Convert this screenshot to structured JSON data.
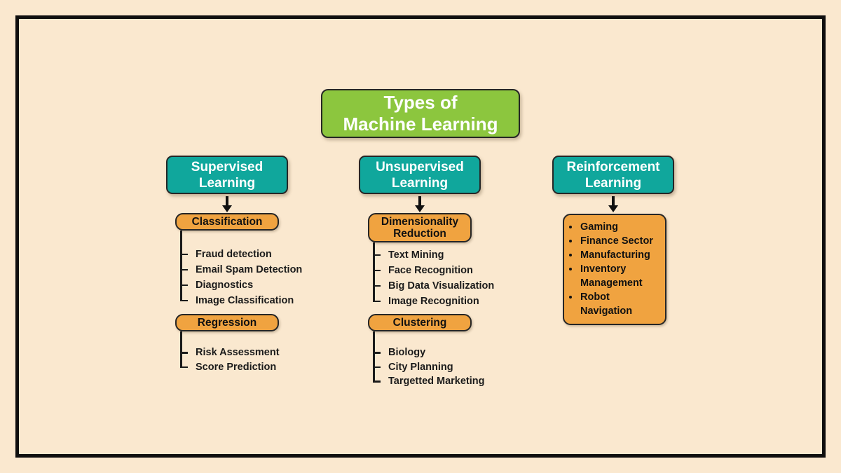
{
  "title": {
    "line1": "Types of",
    "line2": "Machine Learning"
  },
  "columns": {
    "supervised": {
      "header": "Supervised Learning",
      "groups": [
        {
          "label": "Classification",
          "items": [
            "Fraud detection",
            "Email Spam Detection",
            "Diagnostics",
            "Image Classification"
          ]
        },
        {
          "label": "Regression",
          "items": [
            "Risk Assessment",
            "Score Prediction"
          ]
        }
      ]
    },
    "unsupervised": {
      "header": "Unsupervised Learning",
      "groups": [
        {
          "label": "Dimensionality Reduction",
          "items": [
            "Text Mining",
            "Face Recognition",
            "Big Data Visualization",
            "Image Recognition"
          ]
        },
        {
          "label": "Clustering",
          "items": [
            "Biology",
            "City Planning",
            "Targetted Marketing"
          ]
        }
      ]
    },
    "reinforcement": {
      "header": "Reinforcement Learning",
      "applications": [
        "Gaming",
        "Finance Sector",
        "Manufacturing",
        "Inventory Management",
        "Robot Navigation"
      ]
    }
  },
  "colors": {
    "background": "#fae8cf",
    "frame": "#0f0f0f",
    "title_green": "#8cc63e",
    "header_teal": "#10a79c",
    "node_orange": "#f0a340",
    "text_dark": "#1b1b1b",
    "text_light": "#ffffff"
  }
}
